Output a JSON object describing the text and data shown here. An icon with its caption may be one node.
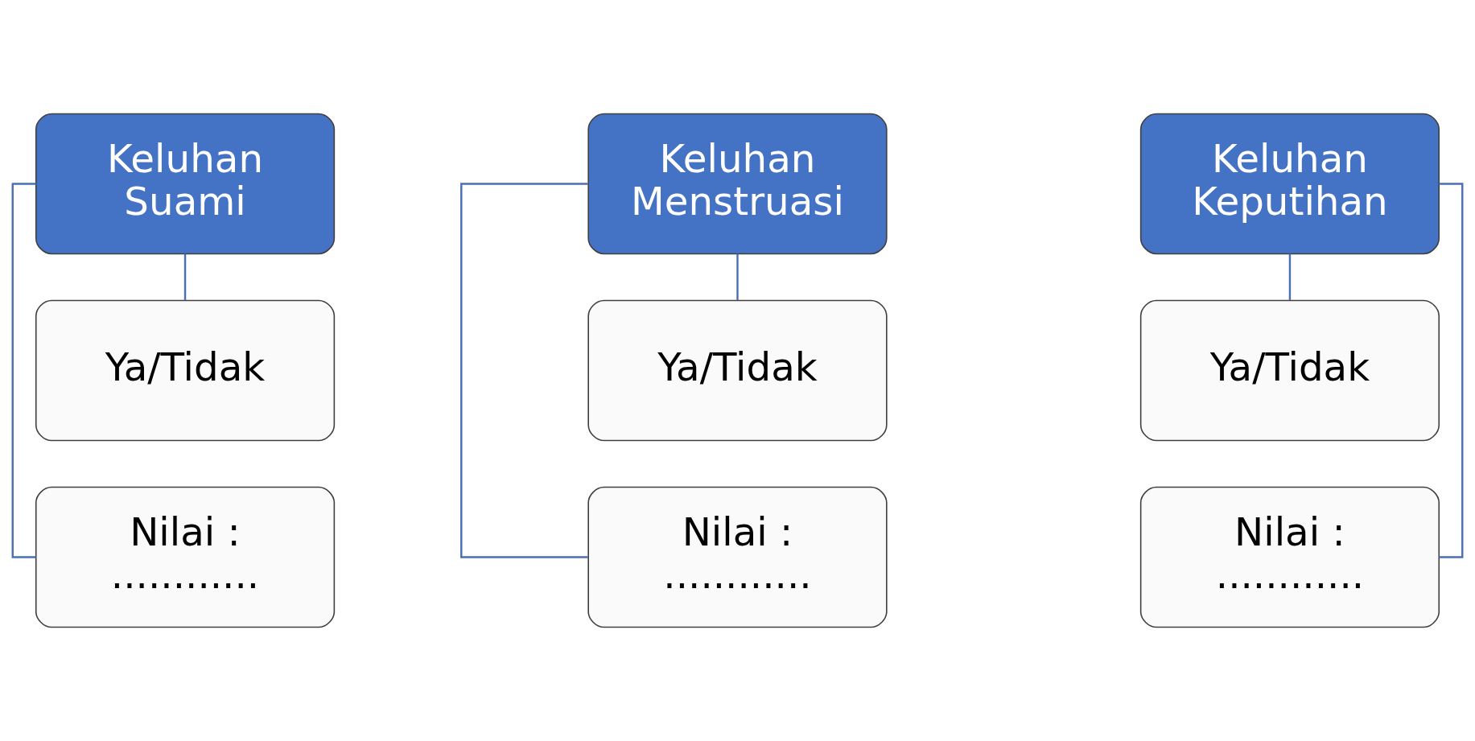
{
  "diagram": {
    "nodes": [
      {
        "text": [
          "Keluhan Suami"
        ]
      },
      {
        "text": [
          "Ya/Tidak"
        ]
      },
      {
        "text": [
          "Nilai : ............"
        ]
      },
      {
        "text": [
          "Keluhan Menstruasi"
        ]
      },
      {
        "text": [
          "Ya/Tidak"
        ]
      },
      {
        "text": [
          "Nilai : ............"
        ]
      },
      {
        "text": [
          "Keluhan Keputihan"
        ]
      },
      {
        "text": [
          "Ya/Tidak"
        ]
      },
      {
        "text": [
          "Nilai : ............"
        ]
      }
    ],
    "edges": [
      {
        "from": 0,
        "to": 1,
        "arrow": "none"
      },
      {
        "from": 0,
        "to": 2,
        "arrow": "none"
      },
      {
        "from": 3,
        "to": 4,
        "arrow": "none"
      },
      {
        "from": 3,
        "to": 5,
        "arrow": "none"
      },
      {
        "from": 6,
        "to": 7,
        "arrow": "none"
      },
      {
        "from": 6,
        "to": 8,
        "arrow": "none"
      }
    ]
  }
}
